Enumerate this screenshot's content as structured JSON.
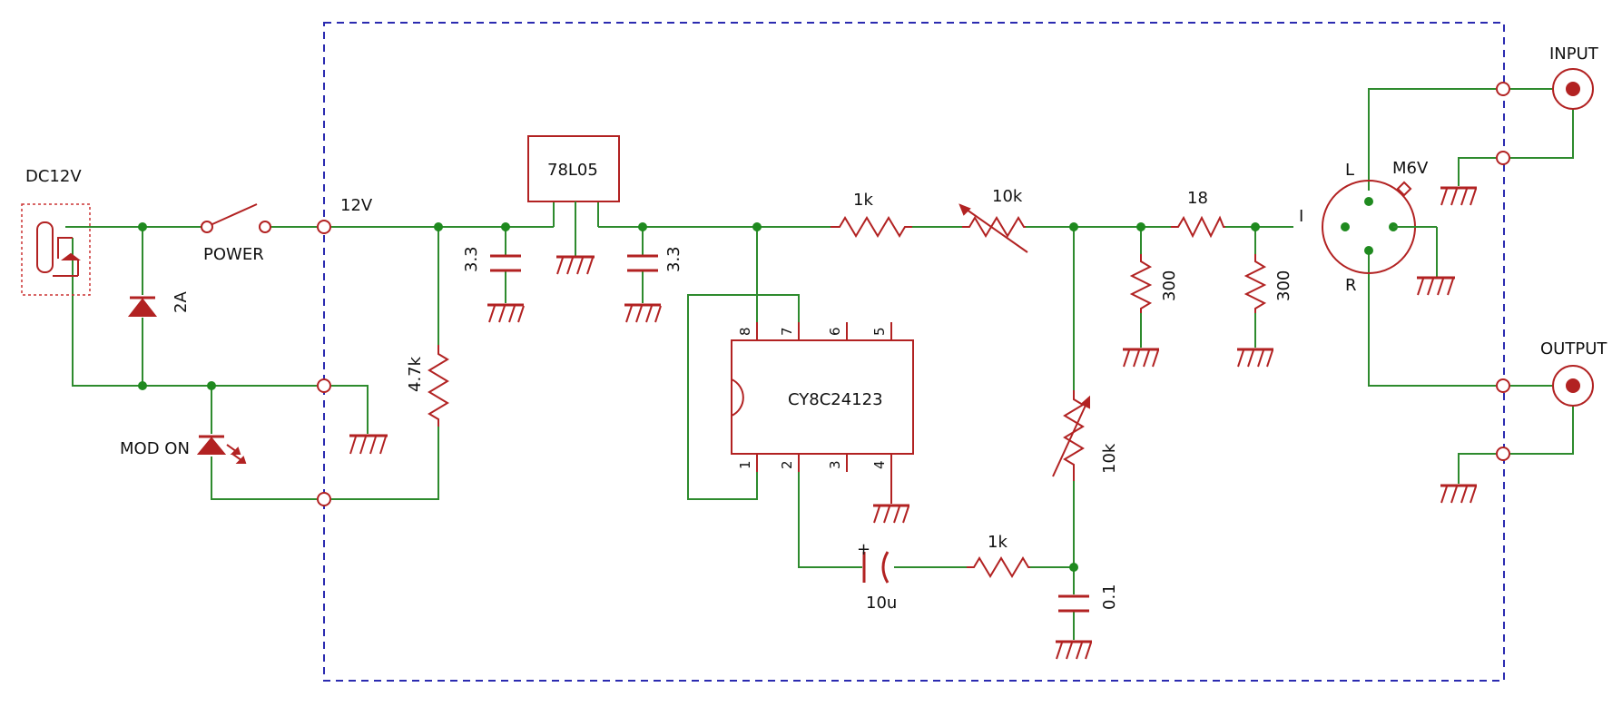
{
  "labels": {
    "dc": "DC12V",
    "power": "POWER",
    "v12": "12V",
    "regulator": "78L05",
    "diode_2a": "2A",
    "led": "MOD ON",
    "r_4k7": "4.7k",
    "c1": "3.3",
    "c2": "3.3",
    "ic": "CY8C24123",
    "r1": "1k",
    "vr1": "10k",
    "r18": "18",
    "r300a": "300",
    "r300b": "300",
    "vr2": "10k",
    "c_10u": "10u",
    "plus": "+",
    "r2": "1k",
    "c_01": "0.1",
    "input": "INPUT",
    "output": "OUTPUT",
    "m6v": "M6V",
    "pin_l": "L",
    "pin_r": "R",
    "pin_i": "I"
  },
  "ic_pins": {
    "p1": "1",
    "p2": "2",
    "p3": "3",
    "p4": "4",
    "p5": "5",
    "p6": "6",
    "p7": "7",
    "p8": "8"
  },
  "colors": {
    "wire": "#2e8b2e",
    "component": "#b22222",
    "enclosure": "#2b2bb0"
  }
}
